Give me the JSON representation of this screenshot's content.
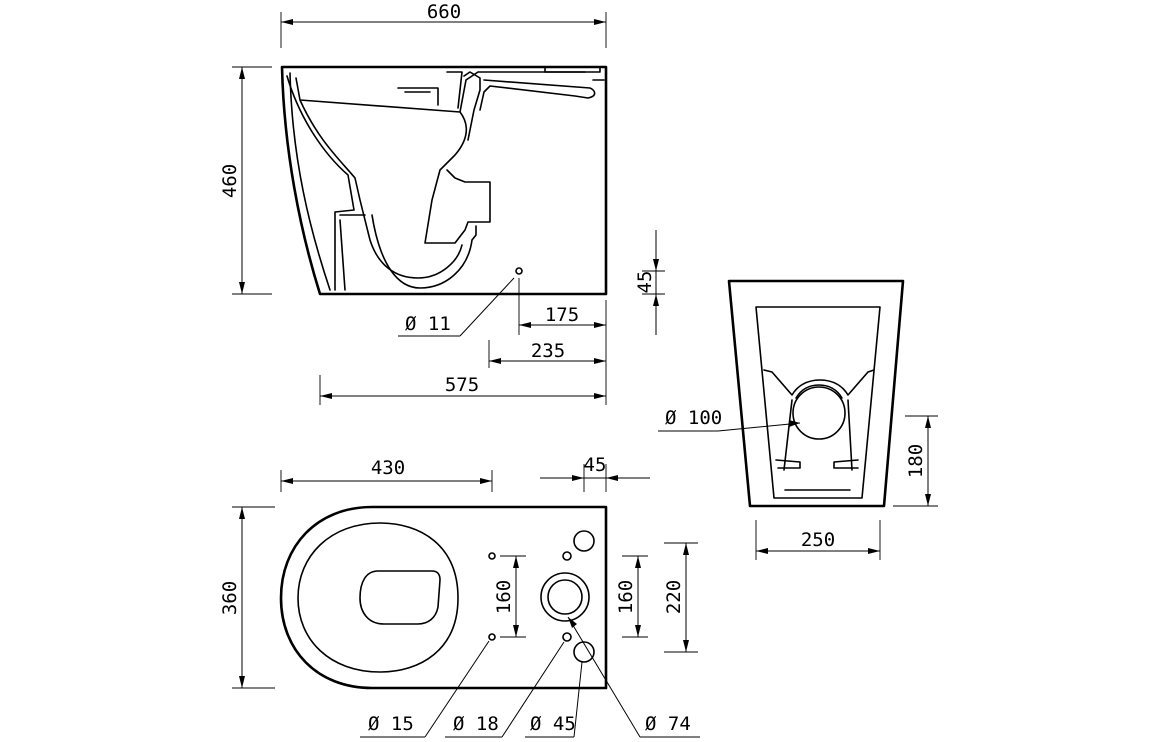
{
  "drawing": {
    "views": {
      "side": {
        "width_label": "660",
        "height_label": "460",
        "offset_45_label": "45",
        "fixing_hole_label": "Ø 11",
        "dim_175_label": "175",
        "dim_235_label": "235",
        "dim_575_label": "575"
      },
      "front": {
        "outlet_label": "Ø 100",
        "height_180_label": "180",
        "width_250_label": "250"
      },
      "plan": {
        "length_430_label": "430",
        "offset_45_label": "45",
        "depth_360_label": "360",
        "spacing_160_left_label": "160",
        "spacing_160_right_label": "160",
        "spacing_220_label": "220",
        "hole_15_label": "Ø 15",
        "hole_18_label": "Ø 18",
        "hole_45_label": "Ø 45",
        "hole_74_label": "Ø 74"
      }
    }
  }
}
